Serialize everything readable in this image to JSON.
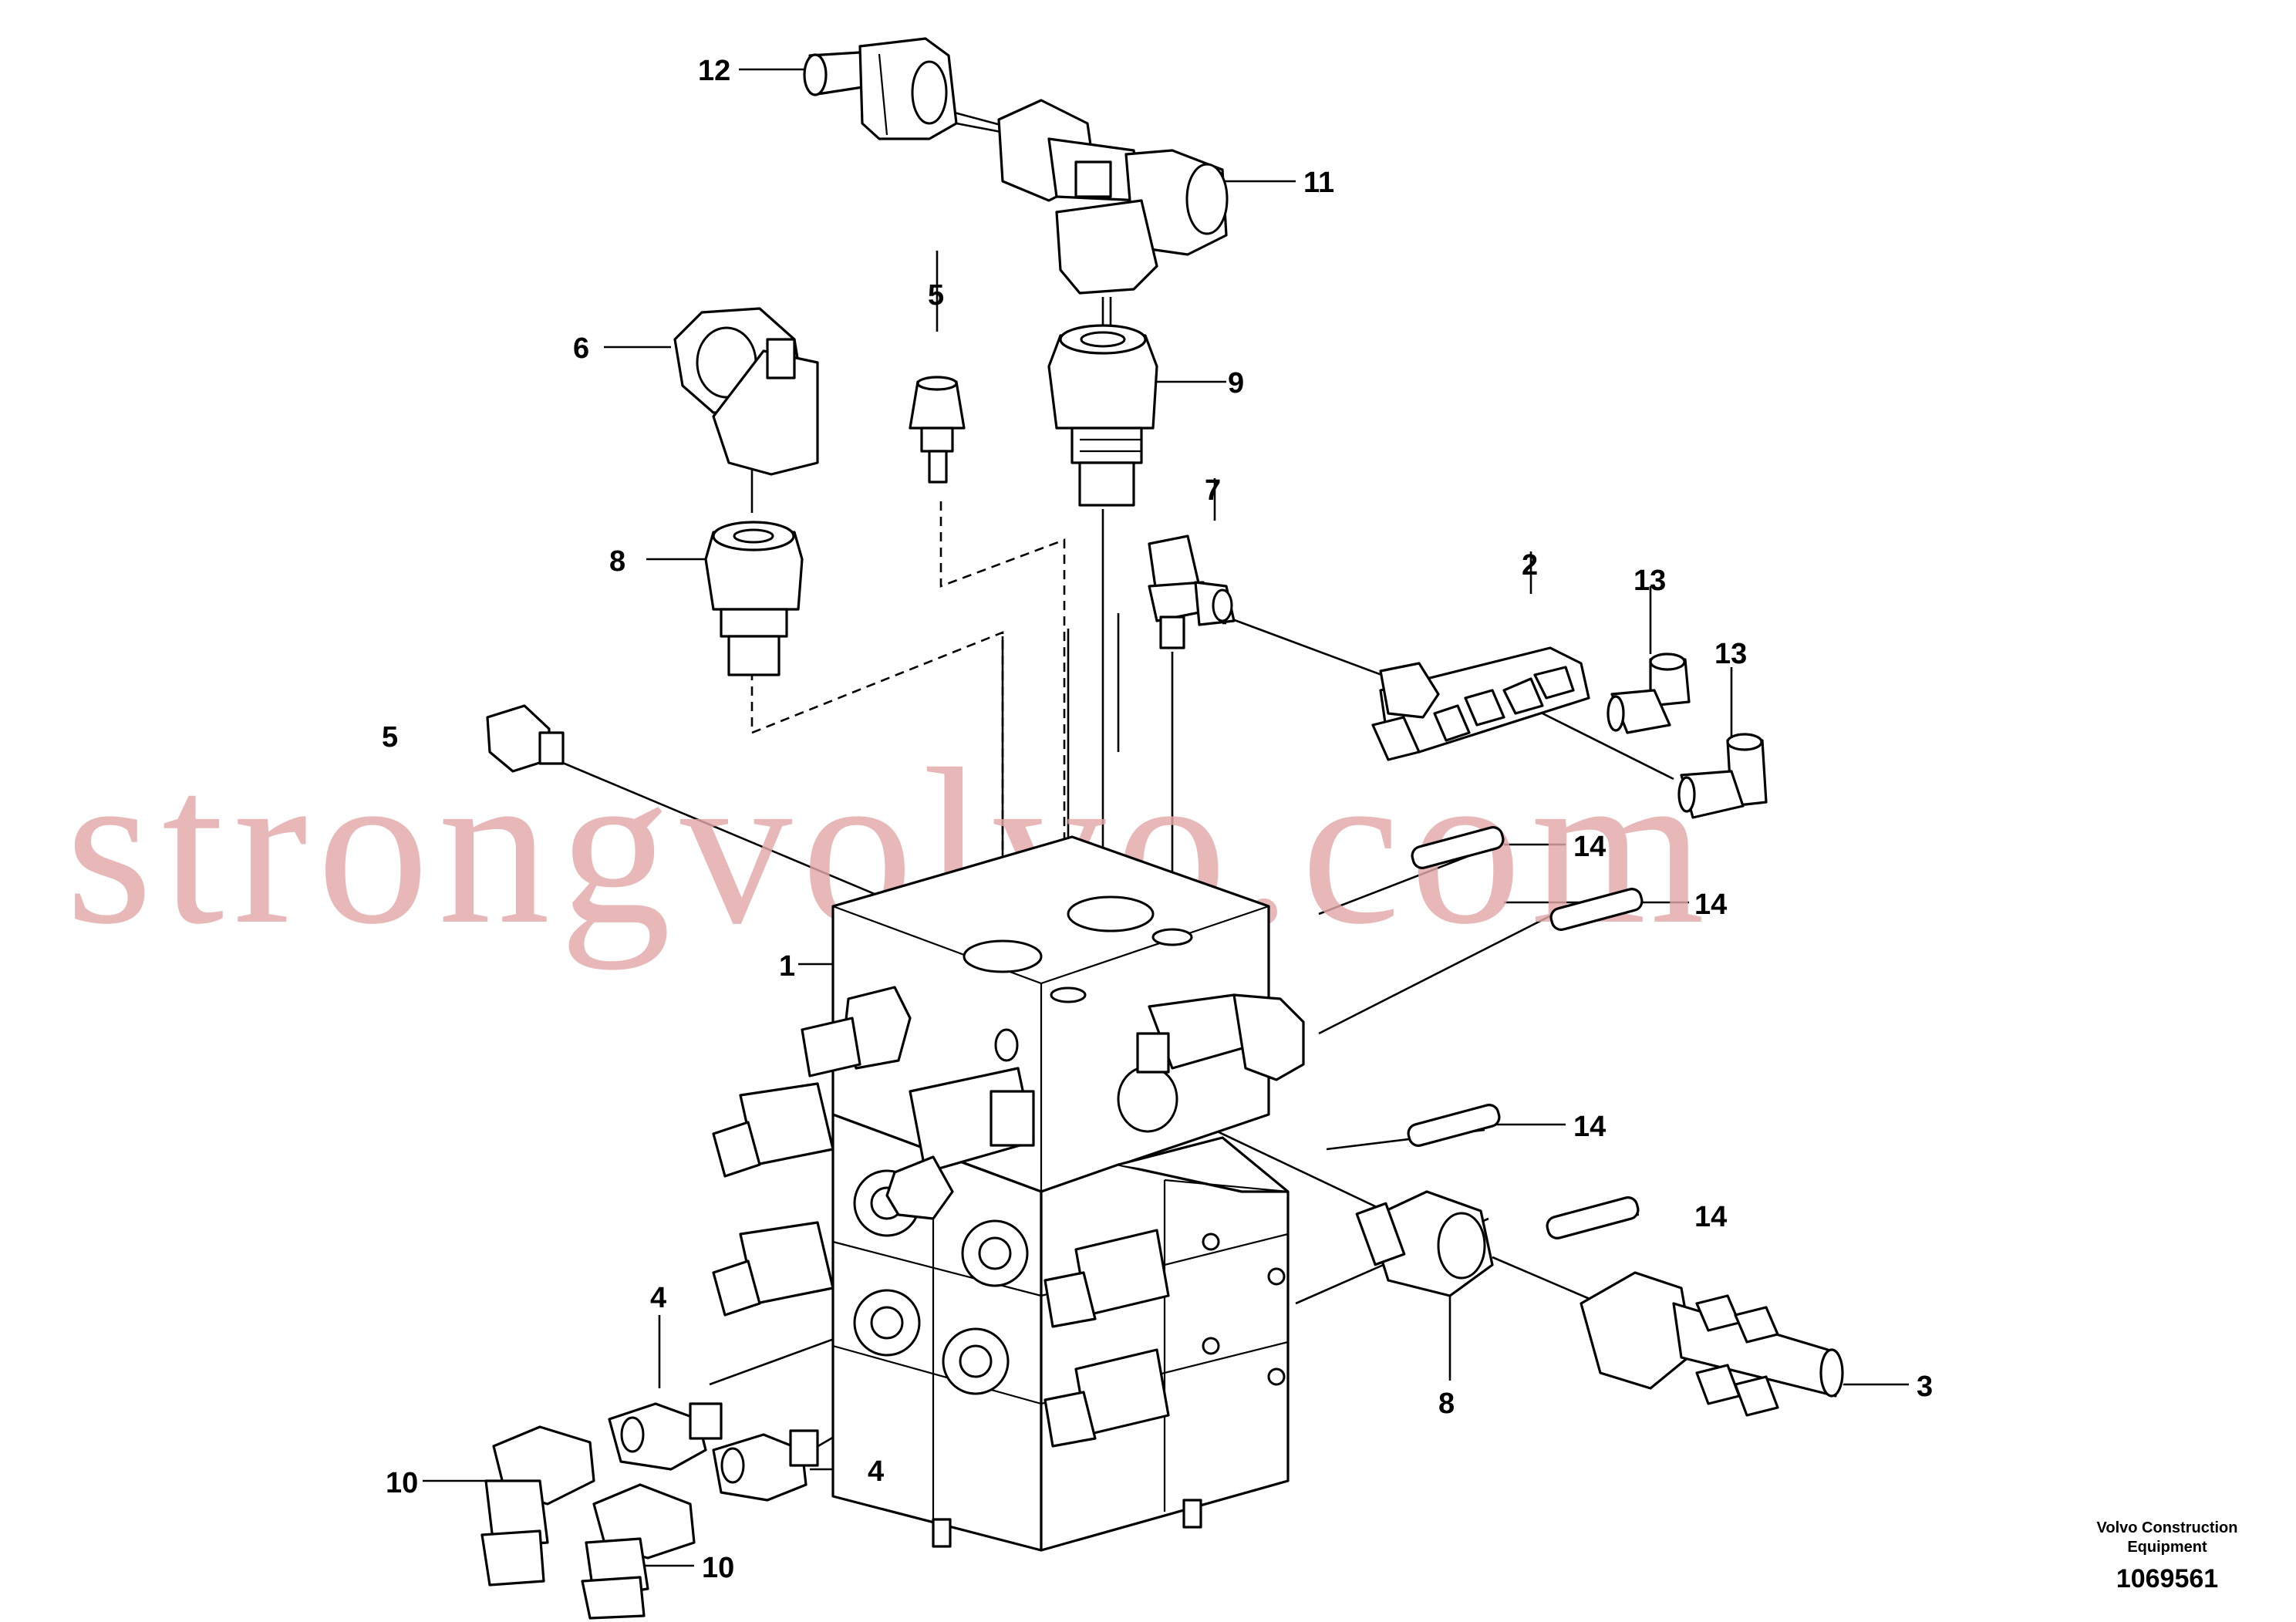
{
  "callouts": {
    "c12": "12",
    "c11": "11",
    "c5_top": "5",
    "c6": "6",
    "c9": "9",
    "c7": "7",
    "c8_top": "8",
    "c2": "2",
    "c13_a": "13",
    "c13_b": "13",
    "c5_left": "5",
    "c14_a": "14",
    "c14_b": "14",
    "c14_c": "14",
    "c14_d": "14",
    "c1": "1",
    "c8_bottom": "8",
    "c3": "3",
    "c4_a": "4",
    "c4_b": "4",
    "c10_a": "10",
    "c10_b": "10"
  },
  "watermark": "strongvolvo.com",
  "footer": {
    "brand_line1": "Volvo Construction",
    "brand_line2": "Equipment",
    "drawing_number": "1069561"
  }
}
